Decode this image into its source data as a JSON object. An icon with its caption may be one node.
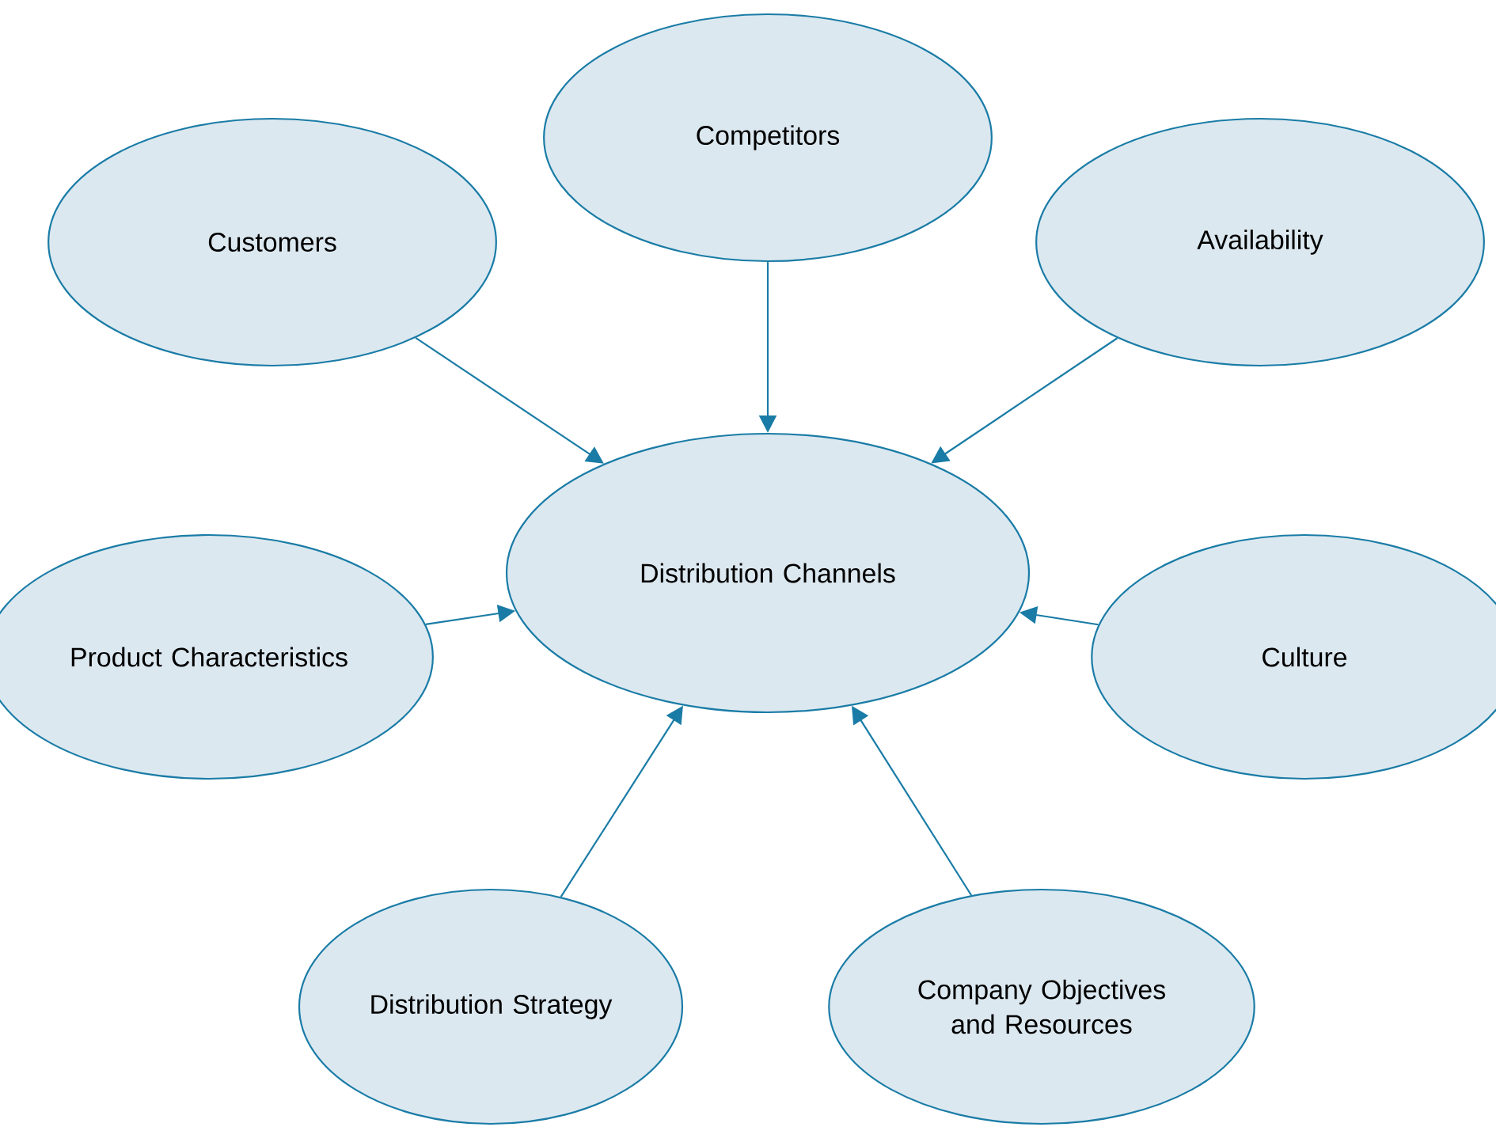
{
  "diagram": {
    "nodes": [
      {
        "text": [
          "Distribution Channels"
        ]
      },
      {
        "text": [
          "Customers"
        ]
      },
      {
        "text": [
          "Competitors"
        ]
      },
      {
        "text": [
          "Availability"
        ]
      },
      {
        "text": [
          "Product Characteristics"
        ]
      },
      {
        "text": [
          "Culture"
        ]
      },
      {
        "text": [
          "Distribution Strategy"
        ]
      },
      {
        "text": [
          "Company Objectives and Resources"
        ]
      }
    ],
    "edges": [
      {
        "from": 1,
        "to": 0,
        "arrow": "to"
      },
      {
        "from": 2,
        "to": 0,
        "arrow": "to"
      },
      {
        "from": 3,
        "to": 0,
        "arrow": "to"
      },
      {
        "from": 4,
        "to": 0,
        "arrow": "to"
      },
      {
        "from": 5,
        "to": 0,
        "arrow": "to"
      },
      {
        "from": 6,
        "to": 0,
        "arrow": "to"
      },
      {
        "from": 7,
        "to": 0,
        "arrow": "to"
      }
    ]
  }
}
